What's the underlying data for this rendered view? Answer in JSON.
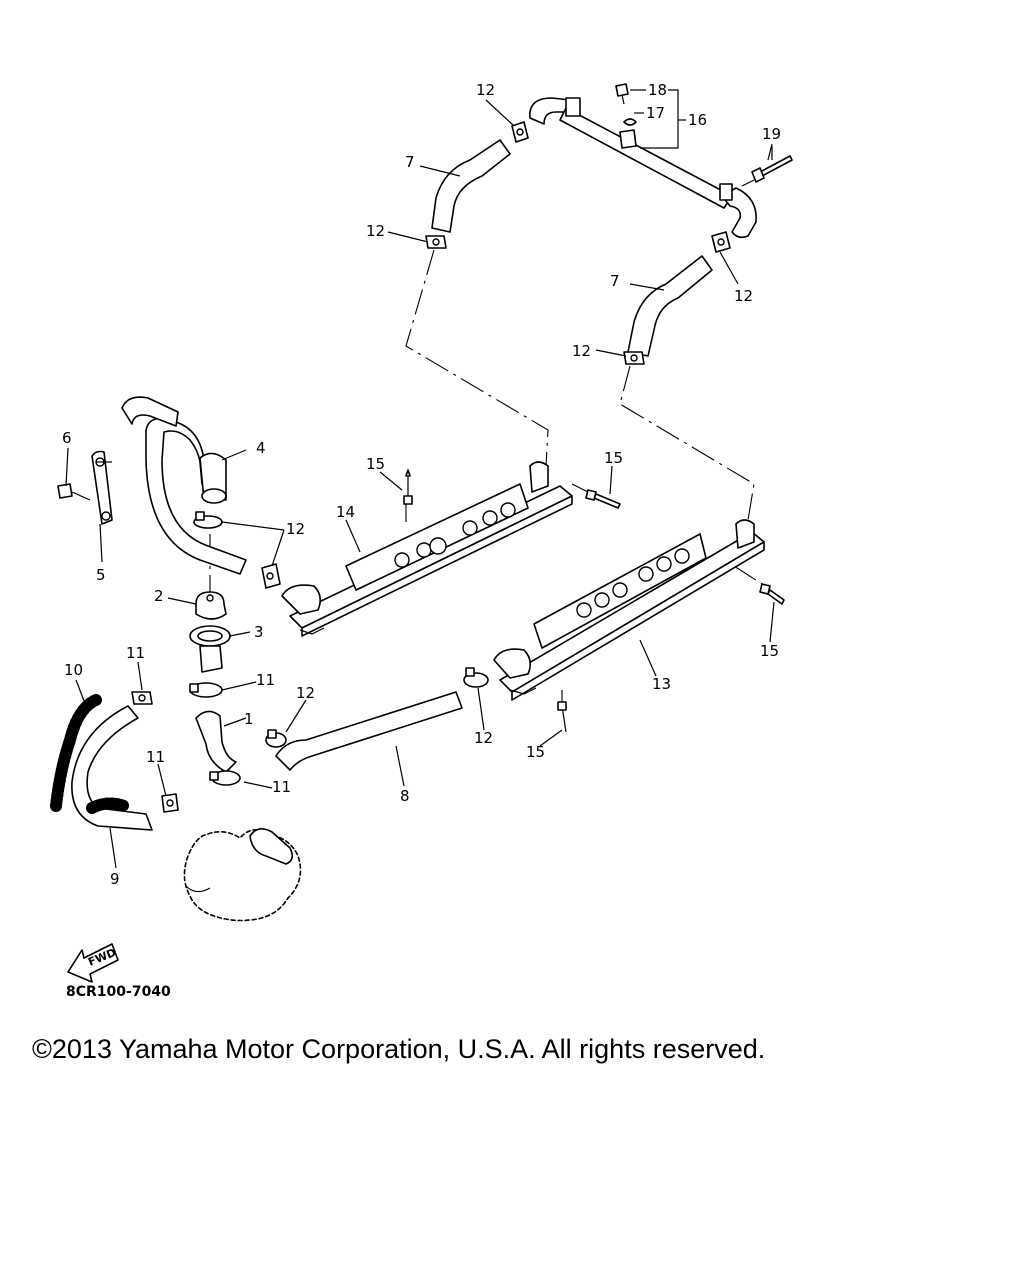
{
  "callouts": {
    "c1": "1",
    "c2": "2",
    "c3": "3",
    "c4": "4",
    "c5": "5",
    "c6": "6",
    "c7a": "7",
    "c7b": "7",
    "c8": "8",
    "c9": "9",
    "c10": "10",
    "c11a": "11",
    "c11b": "11",
    "c11c": "11",
    "c11d": "11",
    "c12a": "12",
    "c12b": "12",
    "c12c": "12",
    "c12d": "12",
    "c12e": "12",
    "c12f": "12",
    "c12g": "12",
    "c13": "13",
    "c14": "14",
    "c15a": "15",
    "c15b": "15",
    "c15c": "15",
    "c15d": "15",
    "c16": "16",
    "c17": "17",
    "c18": "18",
    "c19": "19"
  },
  "fwd_label": "FWD",
  "diagram_code": "8CR100-7040",
  "copyright": "©2013 Yamaha Motor Corporation, U.S.A. All rights reserved."
}
